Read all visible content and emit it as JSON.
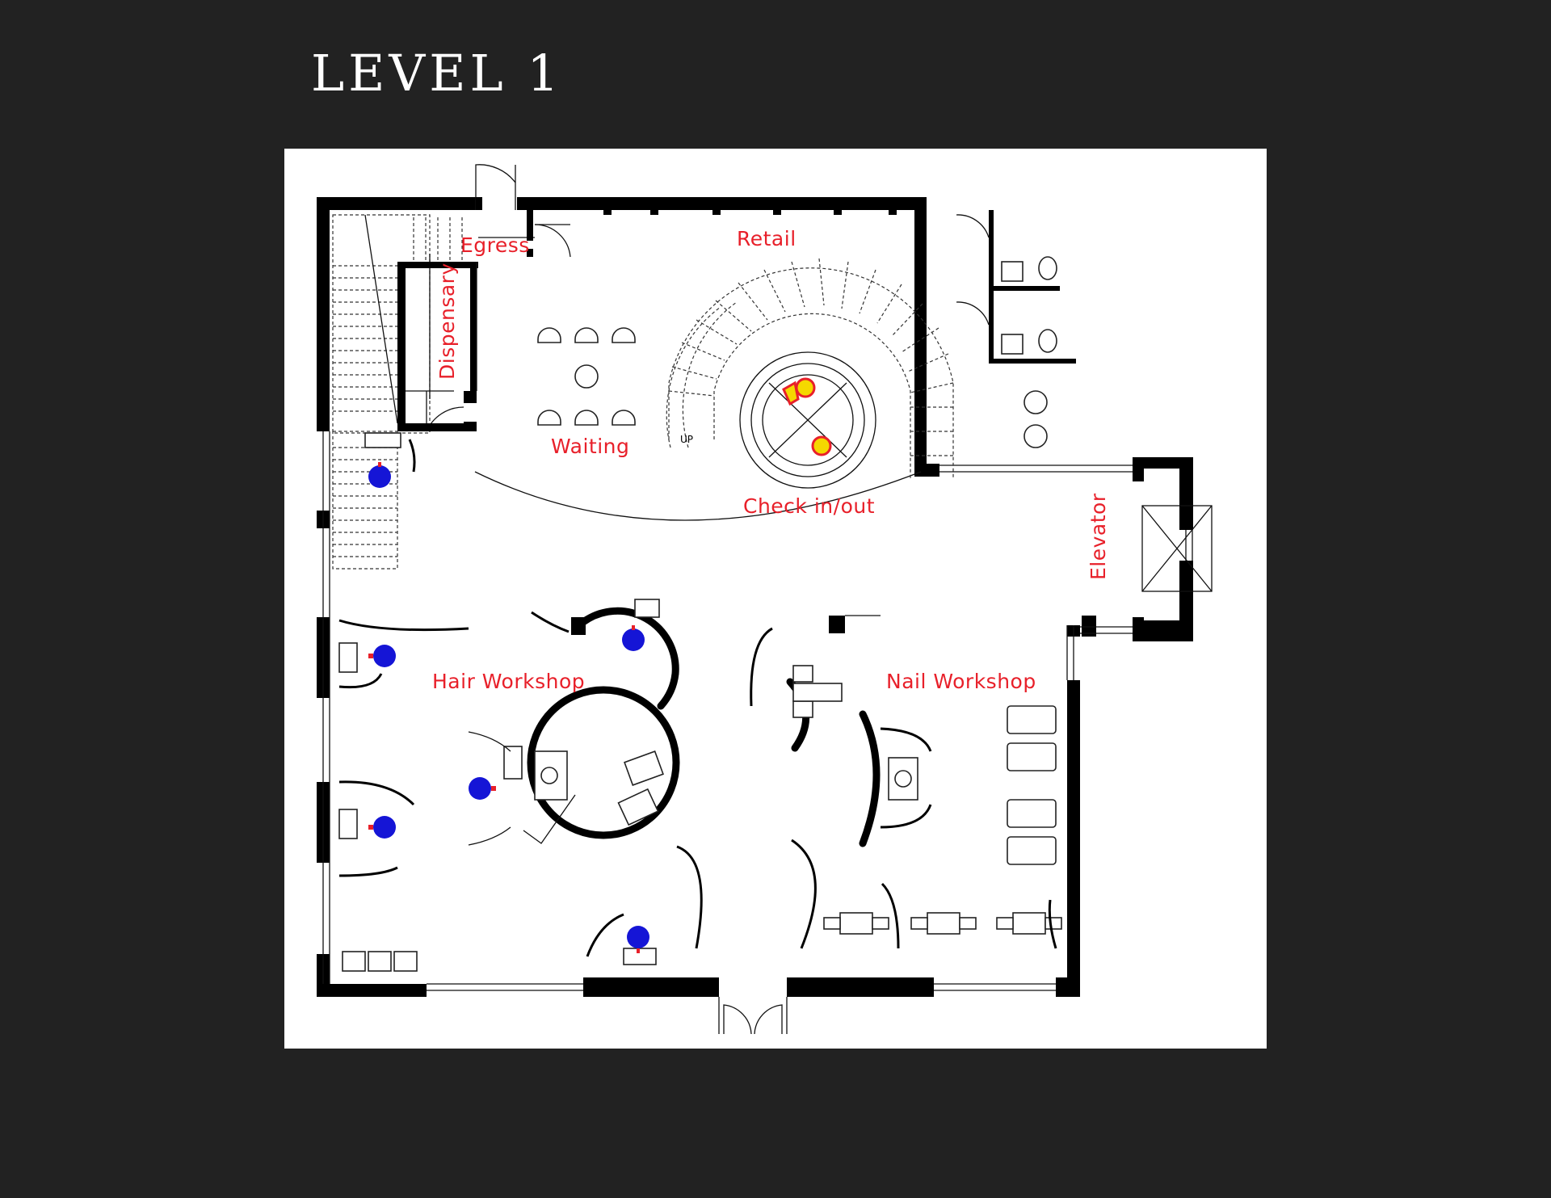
{
  "title": "LEVEL 1",
  "colors": {
    "background": "#222222",
    "sheet": "#ffffff",
    "walls": "#000000",
    "label": "#e8202a",
    "stool": "#1515d6",
    "reception_chair": "#f5d800"
  },
  "rooms": {
    "egress": "Egress",
    "retail": "Retail",
    "dispensary": "Dispensary",
    "waiting": "Waiting",
    "check_in_out": "Check in/out",
    "elevator": "Elevator",
    "hair_workshop": "Hair Workshop",
    "nail_workshop": "Nail Workshop"
  },
  "annotations": {
    "stair_up": "UP"
  }
}
